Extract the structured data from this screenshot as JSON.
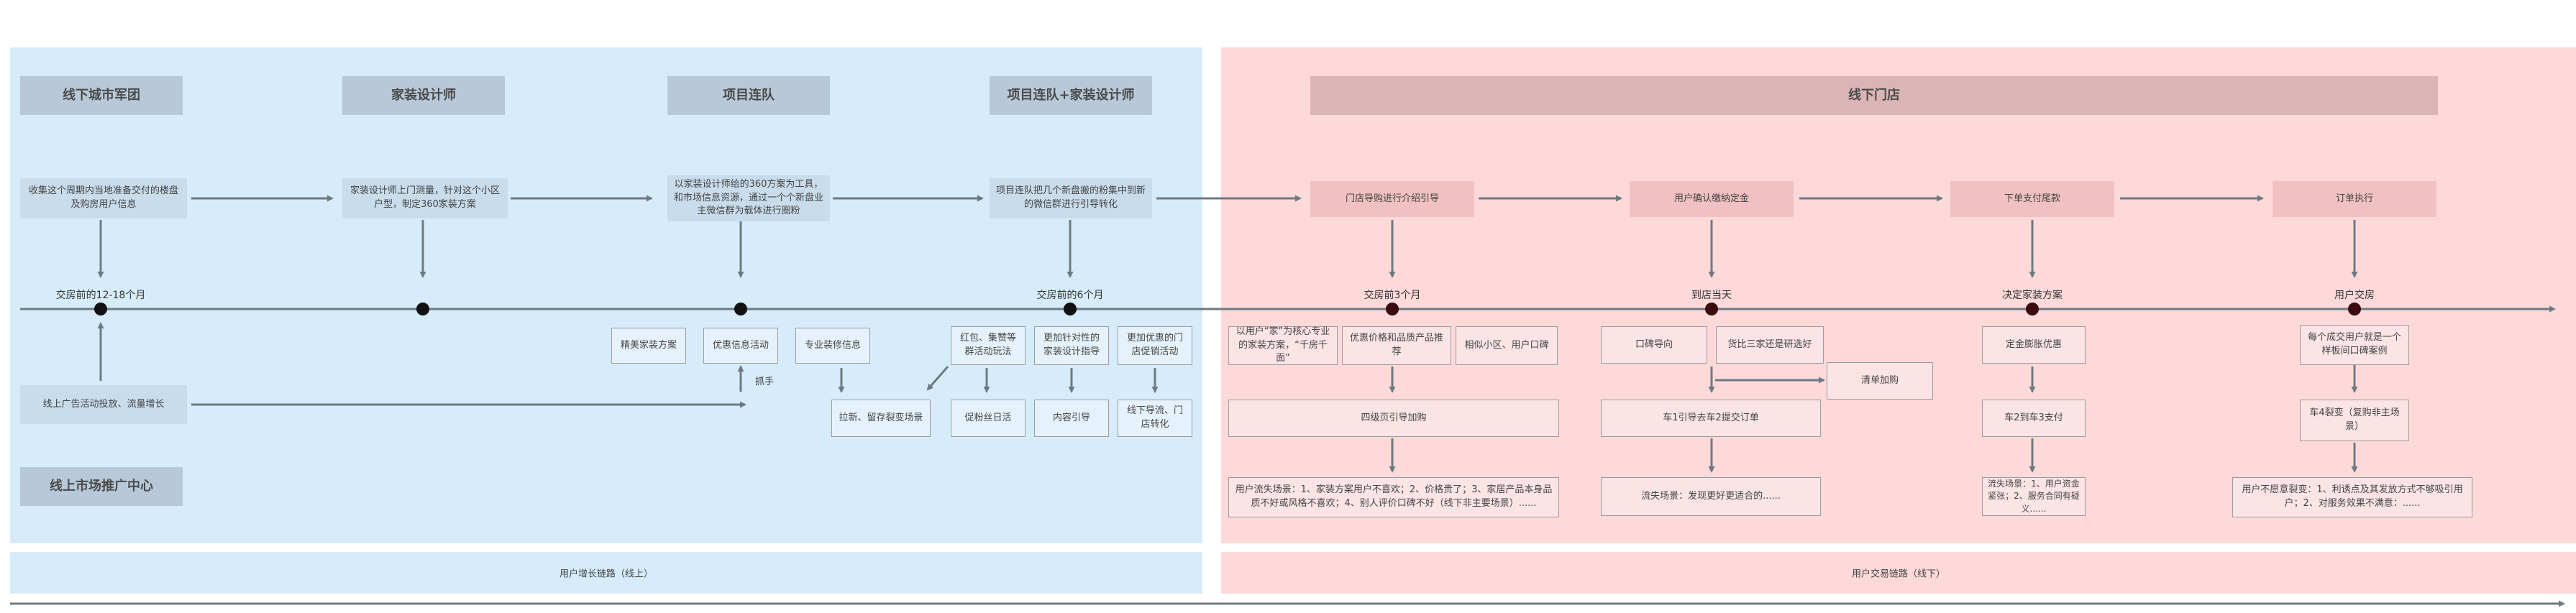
{
  "bands": {
    "online": "用户增长链路（线上）",
    "offline": "用户交易链路（线下）"
  },
  "headers": {
    "h1": "线下城市军团",
    "h2": "家装设计师",
    "h3": "项目连队",
    "h4": "项目连队+家装设计师",
    "h5": "线下门店",
    "h6": "线上市场推广中心"
  },
  "steps": {
    "s1": "收集这个周期内当地准备交付的楼盘及购房用户信息",
    "s2": "家装设计师上门测量，针对这个小区户型，制定360家装方案",
    "s3": "以家装设计师给的360方案为工具，和市场信息资源，通过一个个新盘业主微信群为载体进行圈粉",
    "s4": "项目连队把几个新盘搬的粉集中到新的微信群进行引导转化",
    "s5": "门店导购进行介绍引导",
    "s6": "用户确认缴纳定金",
    "s7": "下单支付尾款",
    "s8": "订单执行"
  },
  "timeline": {
    "t1": "交房前的12-18个月",
    "t2": "交房前的6个月",
    "t3": "交房前3个月",
    "t4": "到店当天",
    "t5": "决定家装方案",
    "t6": "用户交房"
  },
  "tags": {
    "a1": "精美家装方案",
    "a2": "优惠信息活动",
    "a3": "专业装修信息",
    "a4": "红包、集赞等群活动玩法",
    "a5": "更加针对性的家装设计指导",
    "a6": "更加优惠的门店促销活动",
    "b1": "拉新、留存裂变场景",
    "b2": "促粉丝日活",
    "b3": "内容引导",
    "b4": "线下导流、门店转化",
    "c1": "以用户“家”为核心专业的家装方案，“千房千面”",
    "c2": "优惠价格和品质产品推荐",
    "c3": "相似小区、用户口碑",
    "c4": "四级页引导加购",
    "c5": "用户流失场景：1、家装方案用户不喜欢；2、价格贵了；3、家居产品本身品质不好或风格不喜欢；4、别人评价口碑不好（线下非主要场景）......",
    "d1": "口碑导向",
    "d2": "货比三家还是研选好",
    "d3": "清单加购",
    "d4": "车1引导去车2提交订单",
    "d5": "流失场景：发现更好更适合的......",
    "e1": "定金膨胀优惠",
    "e2": "车2到车3支付",
    "e3": "流失场景：1、用户资金紧张；2、服务合同有疑义......",
    "f1": "每个成交用户就是一个样板间口碑案例",
    "f2": "车4裂变（复购非主场景）",
    "f3": "用户不愿意裂变：1、利诱点及其发放方式不够吸引用户；2、对服务效果不满意：......",
    "ad": "线上广告活动投放、流量增长",
    "grab": "抓手"
  },
  "colors": {
    "blue_panel": "#d6ecfb",
    "pink_panel": "#fdd9da",
    "arrow": "#6e7a82",
    "dot": "#111111",
    "dot_pink": "#3a0a0f"
  }
}
